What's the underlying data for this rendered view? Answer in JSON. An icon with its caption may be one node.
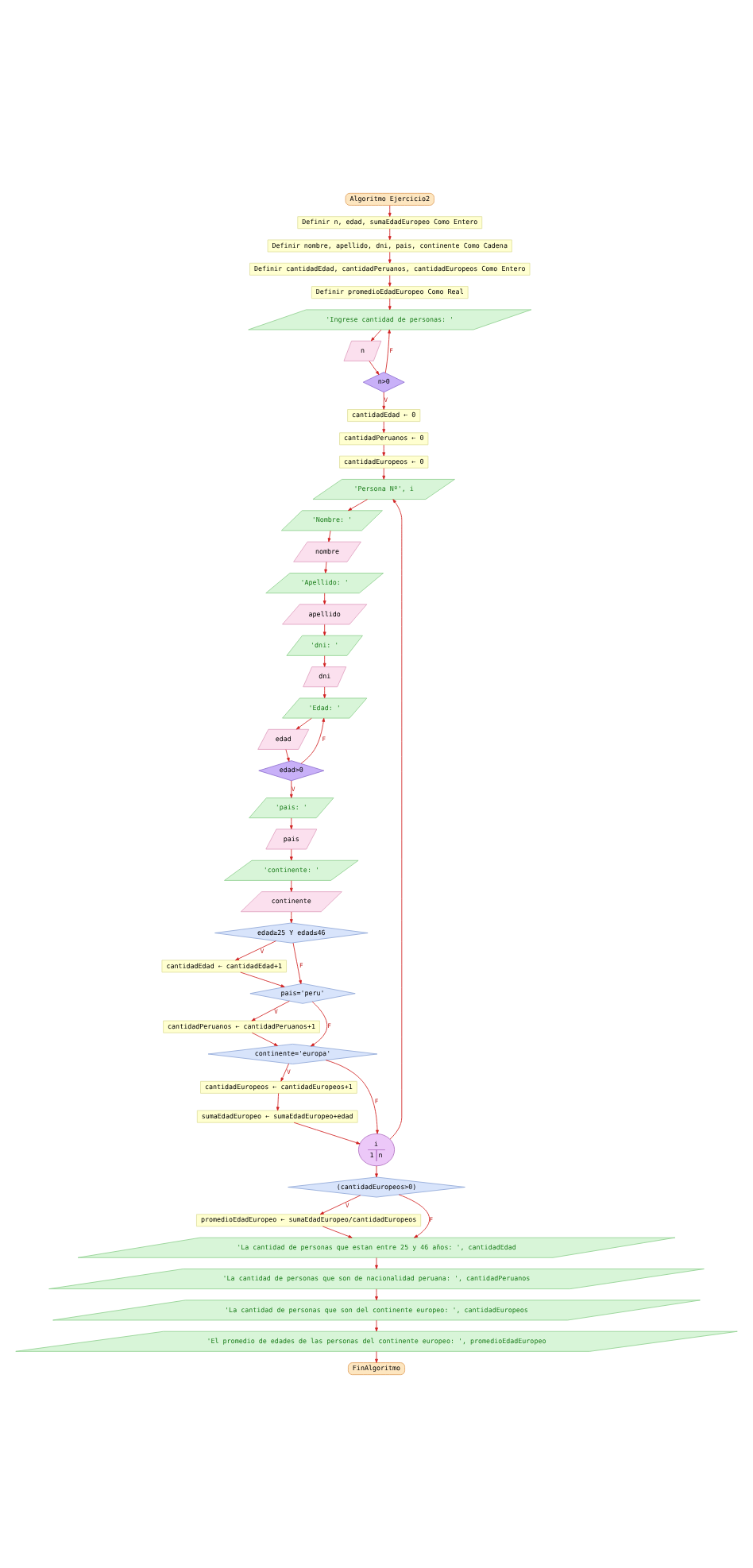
{
  "diagram": {
    "nodes": [
      {
        "text": [
          "Algoritmo Ejercicio2"
        ]
      },
      {
        "text": [
          "Definir n, edad, sumaEdadEuropeo Como Entero"
        ]
      },
      {
        "text": [
          "Definir nombre, apellido, dni, pais, continente Como Cadena"
        ]
      },
      {
        "text": [
          "Definir cantidadEdad, cantidadPeruanos, cantidadEuropeos Como Entero"
        ]
      },
      {
        "text": [
          "Definir promedioEdadEuropeo Como Real"
        ]
      },
      {
        "text": [
          "'Ingrese cantidad de personas: '"
        ]
      },
      {
        "text": [
          "n"
        ]
      },
      {
        "text": [
          "n>0"
        ]
      },
      {
        "text": [
          "cantidadEdad ← 0"
        ]
      },
      {
        "text": [
          "cantidadPeruanos ← 0"
        ]
      },
      {
        "text": [
          "cantidadEuropeos ← 0"
        ]
      },
      {
        "text": [
          "'Persona Nº', i"
        ]
      },
      {
        "text": [
          "'Nombre: '"
        ]
      },
      {
        "text": [
          "nombre"
        ]
      },
      {
        "text": [
          "'Apellido: '"
        ]
      },
      {
        "text": [
          "apellido"
        ]
      },
      {
        "text": [
          "'dni: '"
        ]
      },
      {
        "text": [
          "dni"
        ]
      },
      {
        "text": [
          "'Edad: '"
        ]
      },
      {
        "text": [
          "edad"
        ]
      },
      {
        "text": [
          "edad>0"
        ]
      },
      {
        "text": [
          "'pais: '"
        ]
      },
      {
        "text": [
          "pais"
        ]
      },
      {
        "text": [
          "'continente: '"
        ]
      },
      {
        "text": [
          "continente"
        ]
      },
      {
        "text": [
          "edad≥25 Y edad≤46"
        ]
      },
      {
        "text": [
          "cantidadEdad ← cantidadEdad+1"
        ]
      },
      {
        "text": [
          "pais='peru'"
        ]
      },
      {
        "text": [
          "cantidadPeruanos ← cantidadPeruanos+1"
        ]
      },
      {
        "text": [
          "continente='europa'"
        ]
      },
      {
        "text": [
          "cantidadEuropeos ← cantidadEuropeos+1"
        ]
      },
      {
        "text": [
          "sumaEdadEuropeo ← sumaEdadEuropeo+edad"
        ]
      },
      {
        "text": [
          "(cantidadEuropeos>0)"
        ]
      },
      {
        "text": [
          "promedioEdadEuropeo ← sumaEdadEuropeo/cantidadEuropeos"
        ]
      },
      {
        "text": [
          "'La cantidad de personas que estan entre 25 y 46 años: ', cantidadEdad"
        ]
      },
      {
        "text": [
          "'La cantidad de personas que son de nacionalidad peruana: ', cantidadPeruanos"
        ]
      },
      {
        "text": [
          "'La cantidad de personas que son del continente europeo: ', cantidadEuropeos"
        ]
      },
      {
        "text": [
          "'El promedio de edades de las personas del continente europeo: ', promedioEdadEuropeo"
        ]
      },
      {
        "text": [
          "FinAlgoritmo"
        ]
      },
      {
        "text": [
          "i",
          "1",
          "n"
        ]
      }
    ],
    "edges": [
      {
        "from": 0,
        "to": 1,
        "arrow": "to"
      },
      {
        "from": 1,
        "to": 2,
        "arrow": "to"
      },
      {
        "from": 2,
        "to": 3,
        "arrow": "to"
      },
      {
        "from": 3,
        "to": 4,
        "arrow": "to"
      },
      {
        "from": 4,
        "to": 5,
        "arrow": "to"
      },
      {
        "from": 5,
        "to": 6,
        "arrow": "to"
      },
      {
        "from": 6,
        "to": 7,
        "arrow": "to"
      },
      {
        "from": 7,
        "to": 5,
        "arrow": "to",
        "label": "F"
      },
      {
        "from": 7,
        "to": 8,
        "arrow": "to",
        "label": "V"
      },
      {
        "from": 8,
        "to": 9,
        "arrow": "to"
      },
      {
        "from": 9,
        "to": 10,
        "arrow": "to"
      },
      {
        "from": 10,
        "to": 11,
        "arrow": "to"
      },
      {
        "from": 11,
        "to": 12,
        "arrow": "to"
      },
      {
        "from": 12,
        "to": 13,
        "arrow": "to"
      },
      {
        "from": 13,
        "to": 14,
        "arrow": "to"
      },
      {
        "from": 14,
        "to": 15,
        "arrow": "to"
      },
      {
        "from": 15,
        "to": 16,
        "arrow": "to"
      },
      {
        "from": 16,
        "to": 17,
        "arrow": "to"
      },
      {
        "from": 17,
        "to": 18,
        "arrow": "to"
      },
      {
        "from": 18,
        "to": 19,
        "arrow": "to"
      },
      {
        "from": 19,
        "to": 20,
        "arrow": "to"
      },
      {
        "from": 20,
        "to": 18,
        "arrow": "to",
        "label": "F"
      },
      {
        "from": 20,
        "to": 21,
        "arrow": "to",
        "label": "V"
      },
      {
        "from": 21,
        "to": 22,
        "arrow": "to"
      },
      {
        "from": 22,
        "to": 23,
        "arrow": "to"
      },
      {
        "from": 23,
        "to": 24,
        "arrow": "to"
      },
      {
        "from": 24,
        "to": 25,
        "arrow": "to"
      },
      {
        "from": 25,
        "to": 26,
        "arrow": "to",
        "label": "V"
      },
      {
        "from": 25,
        "to": 27,
        "arrow": "to",
        "label": "F"
      },
      {
        "from": 26,
        "to": 27,
        "arrow": "to"
      },
      {
        "from": 27,
        "to": 28,
        "arrow": "to",
        "label": "V"
      },
      {
        "from": 27,
        "to": 29,
        "arrow": "to",
        "label": "F"
      },
      {
        "from": 28,
        "to": 29,
        "arrow": "to"
      },
      {
        "from": 29,
        "to": 30,
        "arrow": "to",
        "label": "V"
      },
      {
        "from": 30,
        "to": 31,
        "arrow": "to"
      },
      {
        "from": 29,
        "to": 39,
        "arrow": "to",
        "label": "F"
      },
      {
        "from": 31,
        "to": 39,
        "arrow": "to"
      },
      {
        "from": 39,
        "to": 11,
        "arrow": "to"
      },
      {
        "from": 39,
        "to": 32,
        "arrow": "to"
      },
      {
        "from": 32,
        "to": 33,
        "arrow": "to",
        "label": "V"
      },
      {
        "from": 32,
        "to": 34,
        "arrow": "to",
        "label": "F"
      },
      {
        "from": 33,
        "to": 34,
        "arrow": "to"
      },
      {
        "from": 34,
        "to": 35,
        "arrow": "to"
      },
      {
        "from": 35,
        "to": 36,
        "arrow": "to"
      },
      {
        "from": 36,
        "to": 37,
        "arrow": "to"
      },
      {
        "from": 37,
        "to": 38,
        "arrow": "to"
      }
    ]
  }
}
